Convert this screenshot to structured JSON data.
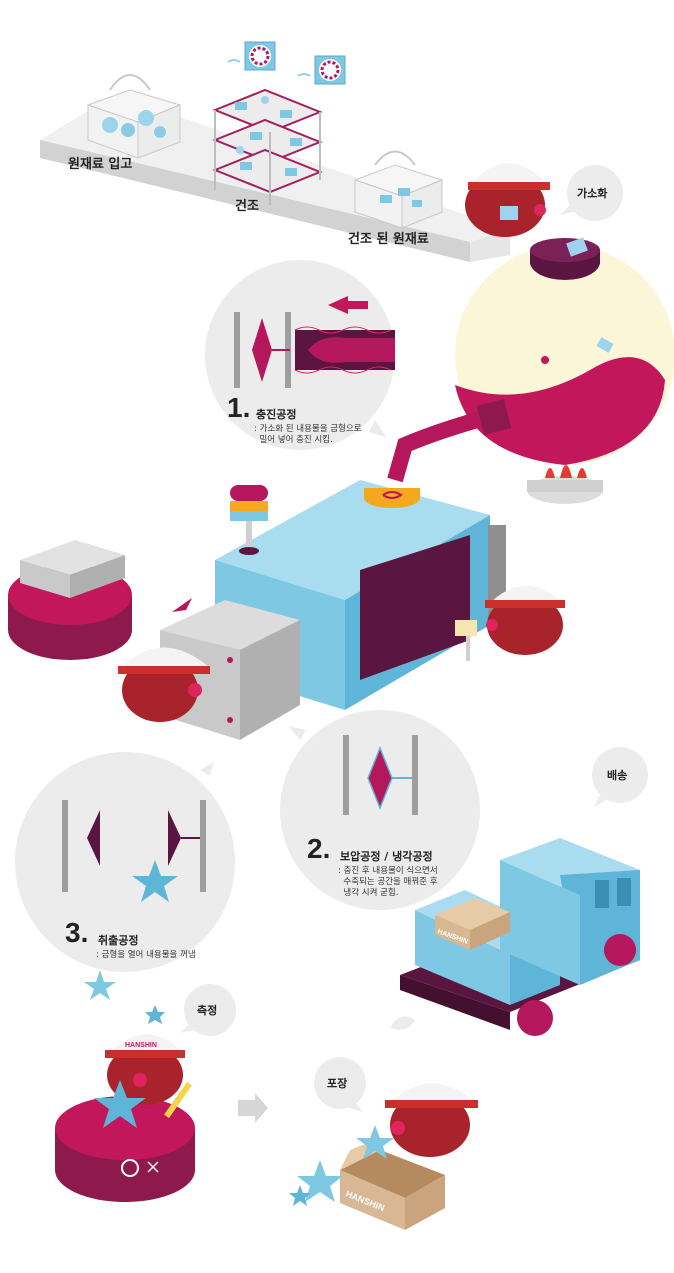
{
  "conveyor": {
    "raw_in": "원재료 입고",
    "dry": "건조",
    "dried_raw": "건조 된 원재료"
  },
  "bubbles": {
    "gasify": "가소화",
    "ship": "배송",
    "measure": "측정",
    "pack": "포장"
  },
  "steps": [
    {
      "num": "1.",
      "title": "충진공정",
      "desc": ": 가소화 된 내용물을 금형으로\n  밀어 넣어 충진 시킴."
    },
    {
      "num": "2.",
      "title": "보압공정 / 냉각공정",
      "desc": ": 충진 후 내용물이 식으면서\n  수축되는 공간을 매꿔준 후\n  냉각 시켜 굳힘."
    },
    {
      "num": "3.",
      "title": "취출공정",
      "desc": ": 금형을 열어 내용물을 꺼냄"
    }
  ],
  "brand": {
    "box_label": "HANSHIN",
    "cap_label": "HANSHIN"
  },
  "colors": {
    "magenta": "#b5175c",
    "dark_purple": "#5a1641",
    "light_blue": "#7ec8e3",
    "grey": "#bdbdbd",
    "cardboard": "#d8b894",
    "red_char": "#a9232c"
  }
}
